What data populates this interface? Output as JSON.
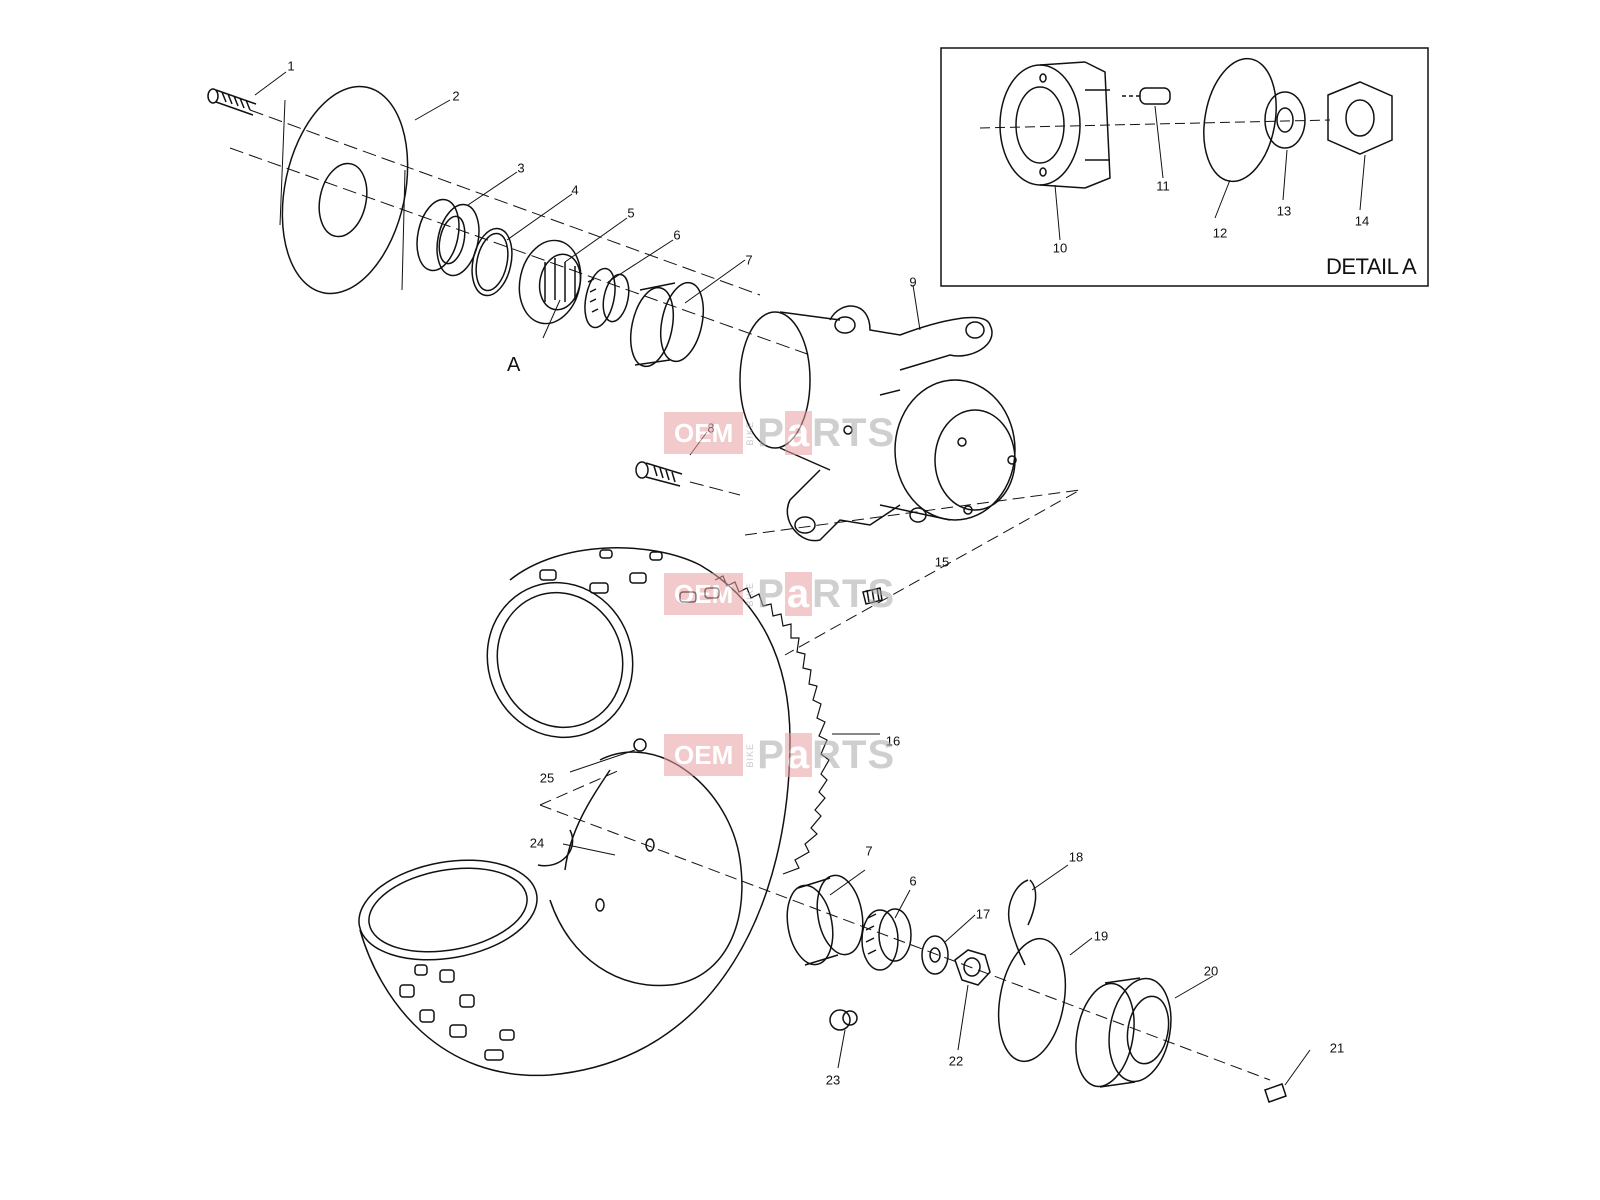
{
  "diagram": {
    "callouts": [
      {
        "id": "c1",
        "text": "1"
      },
      {
        "id": "c2",
        "text": "2"
      },
      {
        "id": "c3",
        "text": "3"
      },
      {
        "id": "c4",
        "text": "4"
      },
      {
        "id": "c5",
        "text": "5"
      },
      {
        "id": "c6a",
        "text": "6"
      },
      {
        "id": "c7a",
        "text": "7"
      },
      {
        "id": "c8",
        "text": "8"
      },
      {
        "id": "c9",
        "text": "9"
      },
      {
        "id": "c15",
        "text": "15"
      },
      {
        "id": "c16",
        "text": "16"
      },
      {
        "id": "c25",
        "text": "25"
      },
      {
        "id": "c24",
        "text": "24"
      },
      {
        "id": "c7b",
        "text": "7"
      },
      {
        "id": "c6b",
        "text": "6"
      },
      {
        "id": "c17",
        "text": "17"
      },
      {
        "id": "c18",
        "text": "18"
      },
      {
        "id": "c19",
        "text": "19"
      },
      {
        "id": "c20",
        "text": "20"
      },
      {
        "id": "c21",
        "text": "21"
      },
      {
        "id": "c22",
        "text": "22"
      },
      {
        "id": "c23",
        "text": "23"
      }
    ],
    "detail_ref_letter": "A",
    "detail": {
      "title": "DETAIL A",
      "callouts": [
        {
          "id": "d10",
          "text": "10"
        },
        {
          "id": "d11",
          "text": "11"
        },
        {
          "id": "d12",
          "text": "12"
        },
        {
          "id": "d13",
          "text": "13"
        },
        {
          "id": "d14",
          "text": "14"
        }
      ]
    }
  },
  "watermark": {
    "oem": "OEM",
    "bike": "BIKE",
    "parts_pre": "P",
    "parts_hl": "a",
    "parts_post": "RTS"
  }
}
